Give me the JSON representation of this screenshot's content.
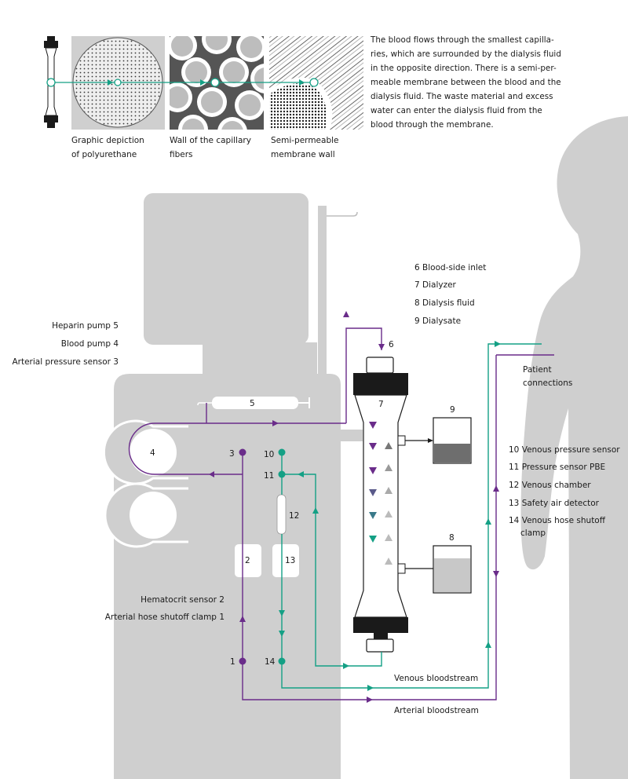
{
  "intro": {
    "lines": [
      "The blood flows through the smallest capilla-",
      "ries, which are surrounded by the dialysis fluid",
      "in the opposite direction. There is a semi-per-",
      "meable membrane between the blood and the",
      "dialysis fluid. The waste material and excess",
      "water can enter the dialysis fluid from the",
      "blood through the membrane."
    ]
  },
  "panels": [
    {
      "caption": [
        "Graphic depiction",
        "of polyurethane"
      ]
    },
    {
      "caption": [
        "Wall of the capillary",
        "fibers"
      ]
    },
    {
      "caption": [
        "Semi-permeable",
        "membrane wall"
      ]
    }
  ],
  "legend_left": {
    "top": [
      "Heparin pump 5",
      "Blood pump 4",
      "Arterial pressure sensor 3"
    ],
    "bottom": [
      "Hematocrit sensor 2",
      "Arterial hose shutoff clamp 1"
    ]
  },
  "legend_top_right": [
    "6 Blood-side inlet",
    "7 Dialyzer",
    "8 Dialysis fluid",
    "9 Dialysate"
  ],
  "legend_right": [
    "10 Venous pressure sensor",
    "11 Pressure sensor PBE",
    "12 Venous chamber",
    "13 Safety air detector",
    "14 Venous hose shutoff",
    "clamp"
  ],
  "patient_connections": [
    "Patient",
    "connections"
  ],
  "streams": {
    "venous": "Venous bloodstream",
    "arterial": "Arterial bloodstream"
  },
  "numbers": {
    "n1": "1",
    "n2": "2",
    "n3": "3",
    "n4": "4",
    "n5": "5",
    "n6": "6",
    "n7": "7",
    "n8": "8",
    "n9": "9",
    "n10": "10",
    "n11": "11",
    "n12": "12",
    "n13": "13",
    "n14": "14"
  },
  "colors": {
    "arterial": "#6a2c8a",
    "venous": "#14a085",
    "machine": "#cfcfcf",
    "silhouette": "#cfcfcf"
  }
}
